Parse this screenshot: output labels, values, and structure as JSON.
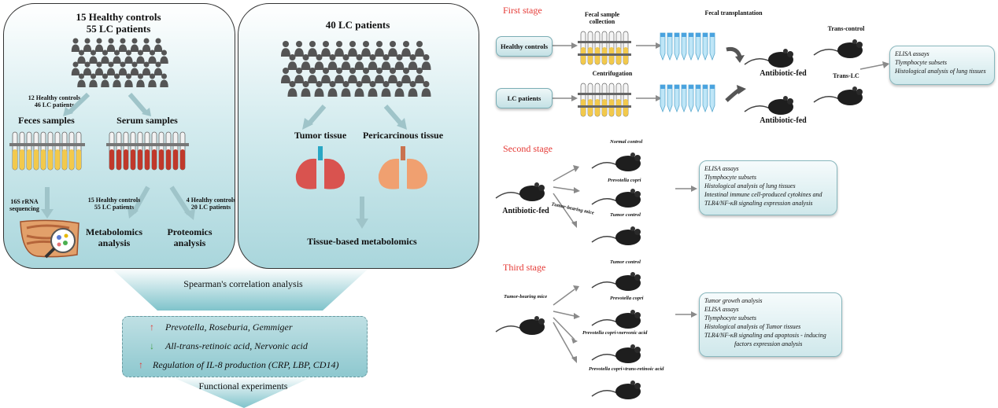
{
  "left": {
    "panel1": {
      "title_line1": "15 Healthy controls",
      "title_line2": "55 LC patients",
      "sub_left_1": "12 Healthy controls",
      "sub_left_2": "46 LC patients",
      "feces": "Feces samples",
      "serum": "Serum samples",
      "seq_1": "16S rRNA",
      "seq_2": "sequencing",
      "metab_sub_1": "15 Healthy controls",
      "metab_sub_2": "55 LC patients",
      "prot_sub_1": "4 Healthy controls",
      "prot_sub_2": "20 LC patients",
      "metab_1": "Metabolomics",
      "metab_2": "analysis",
      "prot_1": "Proteomics",
      "prot_2": "analysis"
    },
    "panel2": {
      "title": "40 LC patients",
      "tumor": "Tumor tissue",
      "peri": "Pericarcinous tissue",
      "tissue_metab": "Tissue-based metabolomics"
    },
    "spearman": "Spearman's correlation analysis",
    "results": [
      {
        "arrow": "↑",
        "arrow_color": "#e53935",
        "text": "Prevotella, Roseburia, Gemmiger"
      },
      {
        "arrow": "↓",
        "arrow_color": "#43a047",
        "text": "All-trans-retinoic acid, Nervonic acid"
      },
      {
        "arrow": "↑",
        "arrow_color": "#e53935",
        "text": "Regulation of IL-8 production (CRP, LBP, CD14)"
      }
    ],
    "functional": "Functional experiments"
  },
  "right": {
    "first": {
      "stage": "First stage",
      "fecal_collection_1": "Fecal sample",
      "fecal_collection_2": "collection",
      "fecal_transplant": "Fecal transplantation",
      "centrifugation": "Centrifugation",
      "healthy_controls": "Healthy controls",
      "lc_patients": "LC patients",
      "trans_control": "Trans-control",
      "trans_lc": "Trans-LC",
      "antibiotic_fed_1": "Antibiotic-fed",
      "antibiotic_fed_2": "Antibiotic-fed",
      "box": [
        "ELISA assays",
        "Tlymphocyte subsets",
        "Histological analysis of lung tissues"
      ]
    },
    "second": {
      "stage": "Second stage",
      "normal_control": "Normal control",
      "prevotella": "Prevotella copri",
      "tumor_bearing": "Tumor-bearing mice",
      "tumor_control": "Tumor control",
      "antibiotic_fed": "Antibiotic-fed",
      "box": [
        "ELISA assays",
        "Tlymphocyte subsets",
        "Histological analysis of lung tissues",
        "Intestinal immune cell-produced cytokines and",
        "TLR4/NF-κB signaling expression analysis"
      ]
    },
    "third": {
      "stage": "Third stage",
      "tumor_bearing": "Tumor-bearing mice",
      "tumor_control": "Tumor control",
      "prevotella": "Prevotella copri",
      "prev_nervonic": "Prevotella copri+nervonic acid",
      "prev_retinoic": "Prevotella copri+trans-retinoic acid",
      "box": [
        "Tumor growth analysis",
        "ELISA assays",
        "Tlymphocyte subsets",
        "Histological analysis of Tumor tissues",
        "TLR4/NF-κB signaling and apoptosis - inducing",
        "factors expression analysis"
      ]
    }
  }
}
